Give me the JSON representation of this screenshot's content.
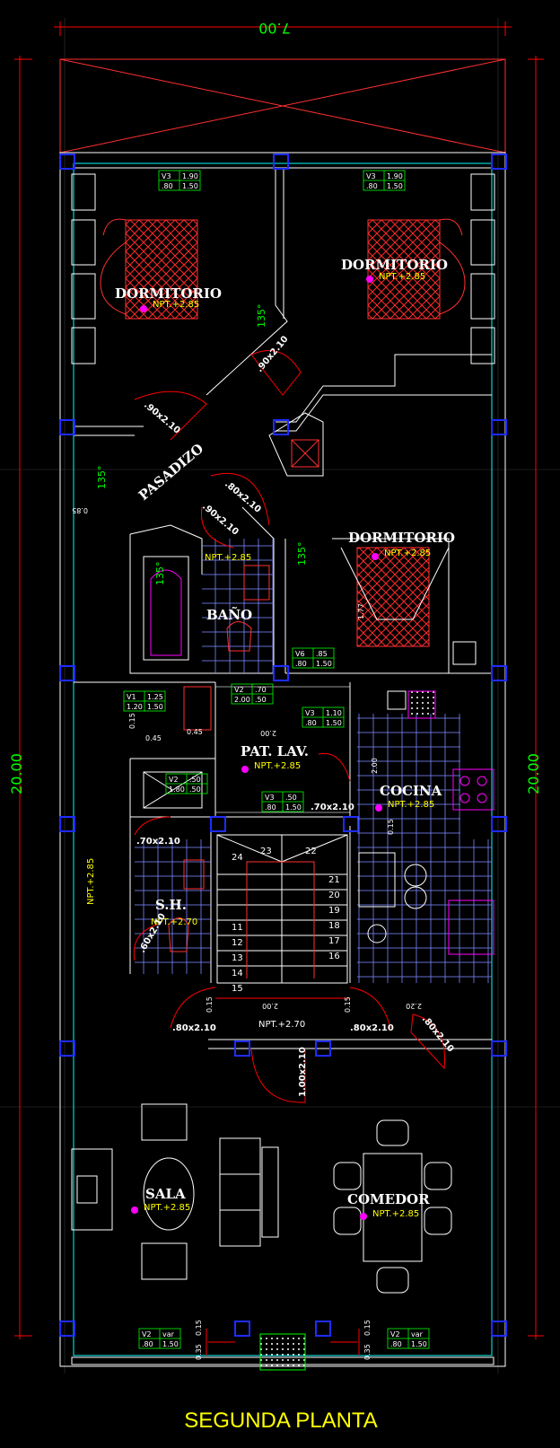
{
  "title": "SEGUNDA PLANTA",
  "dimensions": {
    "top_width": "7.00",
    "left_height": "20.00",
    "right_height": "20.00"
  },
  "rooms": {
    "dorm1": "DORMITORIO",
    "dorm2": "DORMITORIO",
    "dorm3": "DORMITORIO",
    "pasadizo": "PASADIZO",
    "bano": "BAÑO",
    "patlav": "PAT. LAV.",
    "cocina": "COCINA",
    "sh": "S.H.",
    "sala": "SALA",
    "comedor": "COMEDOR"
  },
  "levels": {
    "dorm1": "NPT.+2.85",
    "dorm2": "NPT.+2.85",
    "dorm3": "NPT.+2.85",
    "bano": "NPT.+2.85",
    "patlav": "NPT.+2.85",
    "cocina": "NPT.+2.85",
    "sh": "NPT.+2.70",
    "hall": "NPT.+2.70",
    "sala": "NPT.+2.85",
    "comedor": "NPT.+2.85",
    "left_side": "NPT.+2.85"
  },
  "doors": {
    "d_dorm1": ".90x2.10",
    "d_dorm2": ".90x2.10",
    "d_pas1": ".80x2.10",
    "d_pas2": ".90x2.10",
    "d_patlav": ".70x2.10",
    "d_sh": ".70x2.10",
    "d_sh2": ".60x2.10",
    "d_hall_l": ".80x2.10",
    "d_hall_r": ".80x2.10",
    "d_kitchen": ".80x2.10",
    "d_main": "1.00x2.10"
  },
  "angles": {
    "a1": "135°",
    "a2": "135°",
    "a3": "135°",
    "a4": "135°"
  },
  "windows": {
    "v1": {
      "code": "V3",
      "a": "1.90",
      "b": ".80",
      "c": "1.50"
    },
    "v2": {
      "code": "V3",
      "a": "1.90",
      "b": ".80",
      "c": "1.50"
    },
    "v3": {
      "code": "V6",
      "a": ".85",
      "b": ".80",
      "c": "1.50"
    },
    "v4": {
      "code": "V1",
      "a": "1.25",
      "b": "1.20",
      "c": "1.50"
    },
    "v5": {
      "code": "V2",
      "a": ".70",
      "b": "2.00",
      "c": ".50"
    },
    "v6": {
      "code": "V3",
      "a": "1.10",
      "b": ".80",
      "c": "1.50"
    },
    "v7": {
      "code": "V2",
      "a": ".50",
      "b": "1.80",
      "c": ".50"
    },
    "v8": {
      "code": "V3",
      "a": ".50",
      "b": ".80",
      "c": "1.50"
    },
    "v9": {
      "code": "V2",
      "a": "var",
      "b": ".80",
      "c": "1.50"
    },
    "v10": {
      "code": "V2",
      "a": "var",
      "b": ".80",
      "c": "1.50"
    }
  },
  "small_dims": {
    "s1": "0.85",
    "s2": "0.45",
    "s3": "0.45",
    "s4": "0.15",
    "s5": "2.00",
    "s6": "2.00",
    "s7": "2.00",
    "s8": "0.15",
    "s9": "0.15",
    "s10": "2.20",
    "s11": "0.15",
    "s12": "0.15",
    "s13": "0.35",
    "s14": "0.35",
    "s15": "1.77",
    "s16": "0.15"
  },
  "stairs": [
    "24",
    "23",
    "22",
    "21",
    "20",
    "19",
    "18",
    "17",
    "16",
    "15",
    "14",
    "13",
    "12",
    "11"
  ],
  "colors": {
    "wall": "#ffffff",
    "grid": "#00ffff",
    "column": "#0000ff",
    "door": "#ff0000",
    "dim_green": "#00ff00",
    "level": "#ffff00",
    "marker": "#ff00ff",
    "tile": "#8080ff",
    "hatch": "#ff3030"
  }
}
